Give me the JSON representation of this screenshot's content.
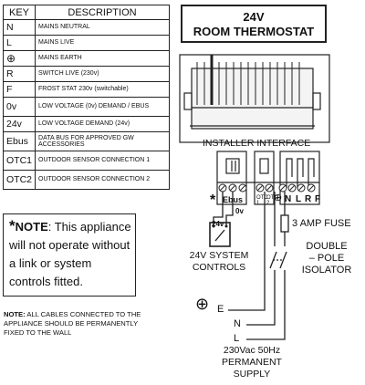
{
  "key_table": {
    "header_key": "KEY",
    "header_description": "DESCRIPTION",
    "rows": [
      {
        "key": "N",
        "description": "MAINS NEUTRAL"
      },
      {
        "key": "L",
        "description": "MAINS LIVE"
      },
      {
        "key": "⊕",
        "description": "MAINS EARTH"
      },
      {
        "key": "R",
        "description": "SWITCH LIVE (230v)"
      },
      {
        "key": "F",
        "description": "FROST STAT 230v (switchable)"
      },
      {
        "key": "0v",
        "description": "LOW VOLTAGE (0v) DEMAND / EBUS"
      },
      {
        "key": "24v",
        "description": "LOW VOLTAGE DEMAND (24v)"
      },
      {
        "key": "Ebus",
        "description": "DATA BUS FOR APPROVED GW ACCESSORIES"
      },
      {
        "key": "OTC1",
        "description": "OUTDOOR SENSOR CONNECTION 1"
      },
      {
        "key": "OTC2",
        "description": "OUTDOOR SENSOR CONNECTION 2"
      }
    ]
  },
  "note": {
    "star": "*",
    "label": "NOTE",
    "text": ": This appliance will not operate without a link or system controls fitted."
  },
  "cables_note": {
    "label": "NOTE:",
    "text": " ALL CABLES CONNECTED TO THE APPLIANCE SHOULD BE PERMANENTLY FIXED TO THE WALL"
  },
  "thermostat_title": {
    "line1": "24V",
    "line2": "ROOM THERMOSTAT"
  },
  "diagram": {
    "installer_interface": "INSTALLER INTERFACE",
    "terminals": {
      "ebus": "Ebus",
      "otc1": "OTC 1",
      "otc2": "OTC 2",
      "n": "N",
      "l": "L",
      "r": "R",
      "f": "F",
      "earth": "⊕"
    },
    "star": "*",
    "v24": "24v",
    "v0": "0v",
    "fuse": "3 AMP FUSE",
    "isolator": [
      "DOUBLE",
      "– POLE",
      "ISOLATOR"
    ],
    "system_controls": [
      "24V SYSTEM",
      "CONTROLS"
    ],
    "supply_earth": "E",
    "supply_n": "N",
    "supply_l": "L",
    "supply_label": [
      "230Vac 50Hz",
      "PERMANENT",
      "SUPPLY"
    ]
  }
}
